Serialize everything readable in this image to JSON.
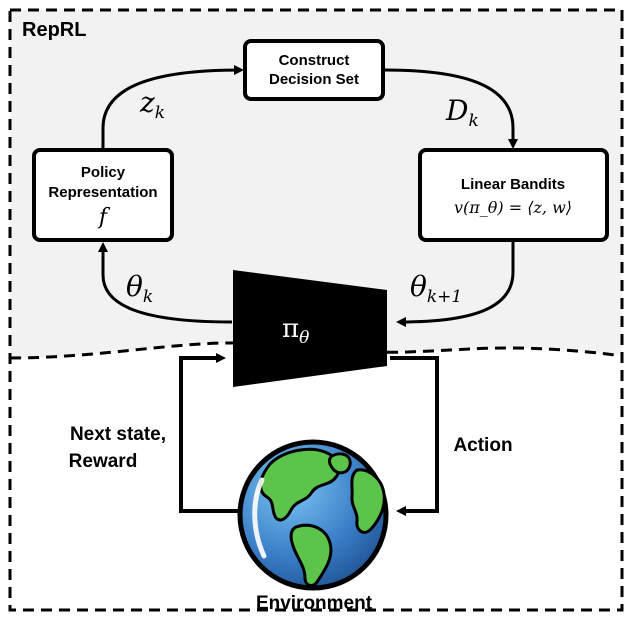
{
  "title": "RepRL",
  "boxes": {
    "construct": {
      "line1": "Construct",
      "line2": "Decision Set"
    },
    "policy": {
      "line1": "Policy",
      "line2": "Representation",
      "symbol": "f"
    },
    "bandits": {
      "line1": "Linear Bandits",
      "formula": "v(π_θ) = ⟨z, w⟩"
    }
  },
  "edges": {
    "z_k": "z_k",
    "D_k": "D_k",
    "theta_k": "θ_k",
    "theta_k1": "θ_{k+1}"
  },
  "policy_network": {
    "label": "π_θ"
  },
  "environment": {
    "label": "Environment",
    "left_label_line1": "Next state,",
    "left_label_line2": "Reward",
    "right_label": "Action"
  },
  "colors": {
    "region_fill": "#f2f2f2",
    "ocean": "#3a7fc8",
    "land": "#5cc44a"
  }
}
